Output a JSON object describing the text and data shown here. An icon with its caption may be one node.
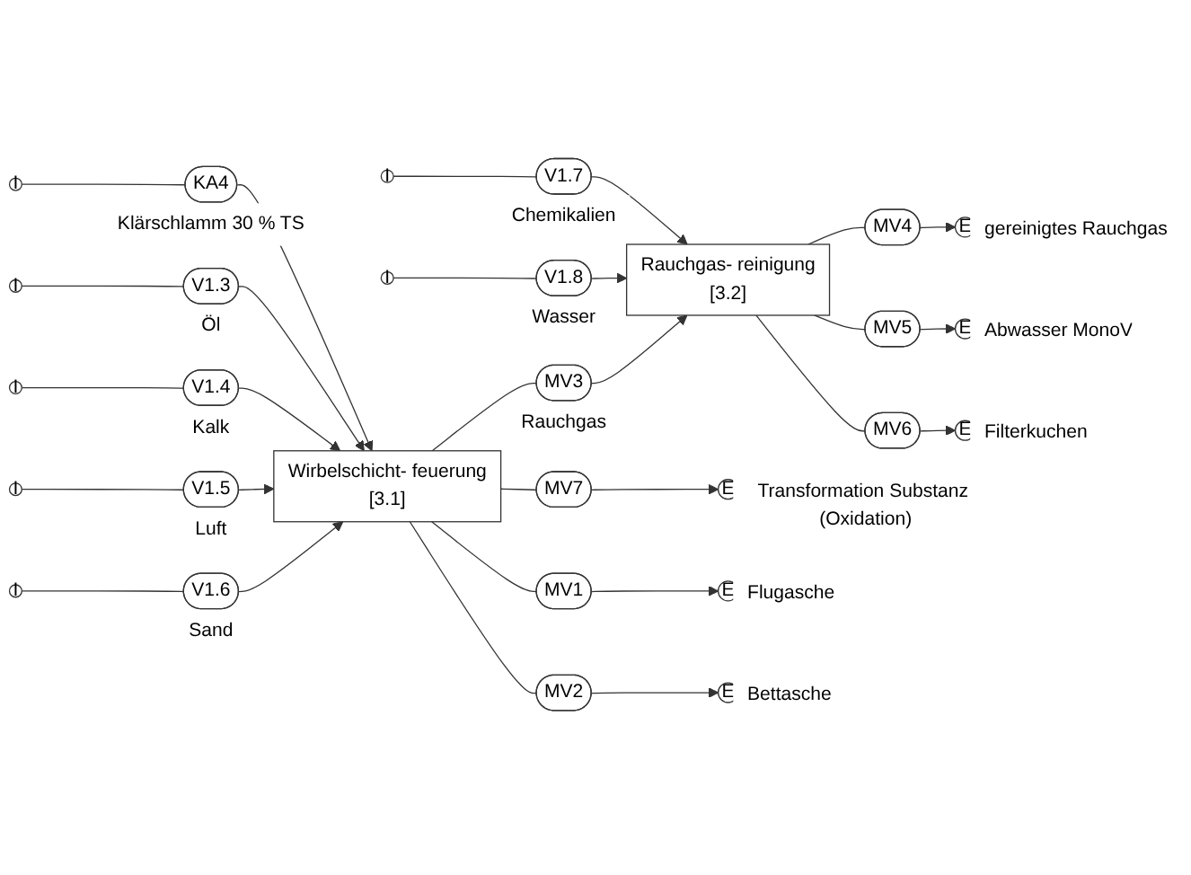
{
  "diagram": {
    "nodes": [
      {
        "text": [
          "I"
        ]
      },
      {
        "text": [
          "V1.7"
        ],
        "beside": [
          "Chemikalien"
        ]
      },
      {
        "text": [
          "Rauchgas- reinigung",
          "[3.2]"
        ]
      },
      {
        "text": [
          "MV4"
        ]
      },
      {
        "text": [
          "E"
        ],
        "beside": [
          "gereinigtes Rauchgas"
        ]
      },
      {
        "text": [
          "I"
        ]
      },
      {
        "text": [
          "V1.8"
        ],
        "beside": [
          "Wasser"
        ]
      },
      {
        "text": [
          "MV5"
        ]
      },
      {
        "text": [
          "E"
        ],
        "beside": [
          "Abwasser MonoV"
        ]
      },
      {
        "text": [
          "MV6"
        ]
      },
      {
        "text": [
          "E"
        ],
        "beside": [
          "Filterkuchen"
        ]
      },
      {
        "text": [
          "MV3"
        ],
        "beside": [
          "Rauchgas"
        ]
      },
      {
        "text": [
          "MV7"
        ]
      },
      {
        "text": [
          "E"
        ],
        "beside": [
          "Transformation Substanz (Oxidation)"
        ]
      },
      {
        "text": [
          "I"
        ]
      },
      {
        "text": [
          "KA4"
        ],
        "beside": [
          "Klärschlamm 30 % TS"
        ]
      },
      {
        "text": [
          "Wirbelschicht- feuerung",
          "[3.1]"
        ]
      },
      {
        "text": [
          "MV1"
        ]
      },
      {
        "text": [
          "E"
        ],
        "beside": [
          "Flugasche"
        ]
      },
      {
        "text": [
          "I"
        ]
      },
      {
        "text": [
          "V1.3"
        ],
        "beside": [
          "Öl"
        ]
      },
      {
        "text": [
          "MV2"
        ]
      },
      {
        "text": [
          "E"
        ],
        "beside": [
          "Bettasche"
        ]
      },
      {
        "text": [
          "I"
        ]
      },
      {
        "text": [
          "V1.4"
        ],
        "beside": [
          "Kalk"
        ]
      },
      {
        "text": [
          "I"
        ]
      },
      {
        "text": [
          "V1.5"
        ],
        "beside": [
          "Luft"
        ]
      },
      {
        "text": [
          "I"
        ]
      },
      {
        "text": [
          "V1.6"
        ],
        "beside": [
          "Sand"
        ]
      }
    ],
    "edges": [
      {
        "from": 0,
        "to": 1,
        "arrow": "none"
      },
      {
        "from": 1,
        "to": 2,
        "arrow": "to"
      },
      {
        "from": 5,
        "to": 6,
        "arrow": "none"
      },
      {
        "from": 6,
        "to": 2,
        "arrow": "to"
      },
      {
        "from": 2,
        "to": 3,
        "arrow": "none"
      },
      {
        "from": 3,
        "to": 4,
        "arrow": "to"
      },
      {
        "from": 2,
        "to": 7,
        "arrow": "none"
      },
      {
        "from": 7,
        "to": 8,
        "arrow": "to"
      },
      {
        "from": 2,
        "to": 9,
        "arrow": "none"
      },
      {
        "from": 9,
        "to": 10,
        "arrow": "to"
      },
      {
        "from": 16,
        "to": 11,
        "arrow": "none"
      },
      {
        "from": 11,
        "to": 2,
        "arrow": "to"
      },
      {
        "from": 16,
        "to": 12,
        "arrow": "none"
      },
      {
        "from": 12,
        "to": 13,
        "arrow": "to"
      },
      {
        "from": 14,
        "to": 15,
        "arrow": "none"
      },
      {
        "from": 15,
        "to": 16,
        "arrow": "to"
      },
      {
        "from": 19,
        "to": 20,
        "arrow": "none"
      },
      {
        "from": 20,
        "to": 16,
        "arrow": "to"
      },
      {
        "from": 16,
        "to": 17,
        "arrow": "none"
      },
      {
        "from": 17,
        "to": 18,
        "arrow": "to"
      },
      {
        "from": 16,
        "to": 21,
        "arrow": "none"
      },
      {
        "from": 21,
        "to": 22,
        "arrow": "to"
      },
      {
        "from": 23,
        "to": 24,
        "arrow": "none"
      },
      {
        "from": 24,
        "to": 16,
        "arrow": "to"
      },
      {
        "from": 25,
        "to": 26,
        "arrow": "none"
      },
      {
        "from": 26,
        "to": 16,
        "arrow": "to"
      },
      {
        "from": 27,
        "to": 28,
        "arrow": "none"
      },
      {
        "from": 28,
        "to": 16,
        "arrow": "to"
      }
    ]
  }
}
